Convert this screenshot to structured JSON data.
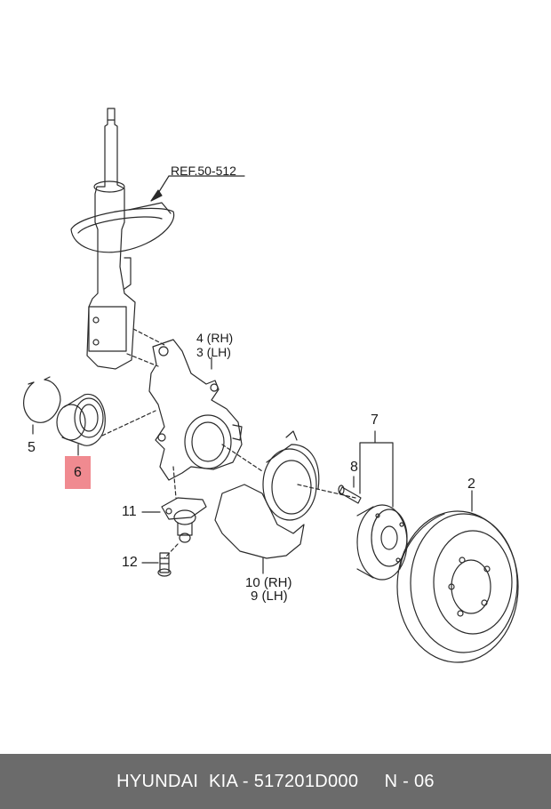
{
  "reference": "REF.50-512",
  "callouts": {
    "p4": "4 (RH)",
    "p3": "3 (LH)",
    "p5": "5",
    "p6": "6",
    "p7": "7",
    "p8": "8",
    "p2": "2",
    "p11": "11",
    "p12": "12",
    "p10": "10 (RH)",
    "p9": "9 (LH)"
  },
  "highlight_color": "#f08a90",
  "footer": {
    "brand": "HYUNDAI  KIA - 517201D000",
    "page": "N - 06"
  }
}
